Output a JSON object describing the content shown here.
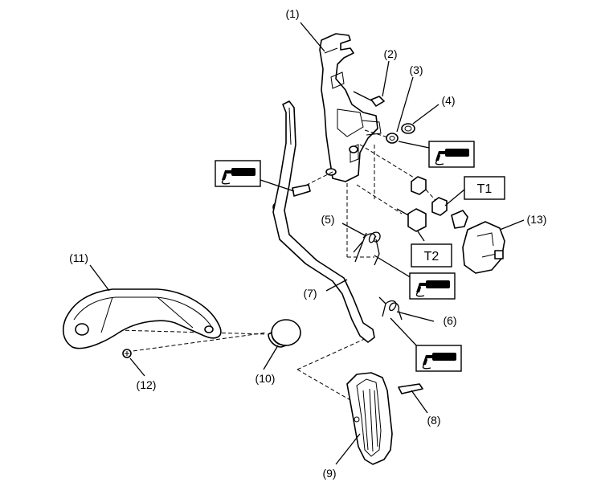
{
  "callouts": {
    "c1": "(1)",
    "c2": "(2)",
    "c3": "(3)",
    "c4": "(4)",
    "c5": "(5)",
    "c6": "(6)",
    "c7": "(7)",
    "c8": "(8)",
    "c9": "(9)",
    "c10": "(10)",
    "c11": "(11)",
    "c12": "(12)",
    "c13": "(13)"
  },
  "torque": {
    "t1": "T1",
    "t2": "T2"
  },
  "icons": {
    "grease": "grease-gun-icon"
  }
}
